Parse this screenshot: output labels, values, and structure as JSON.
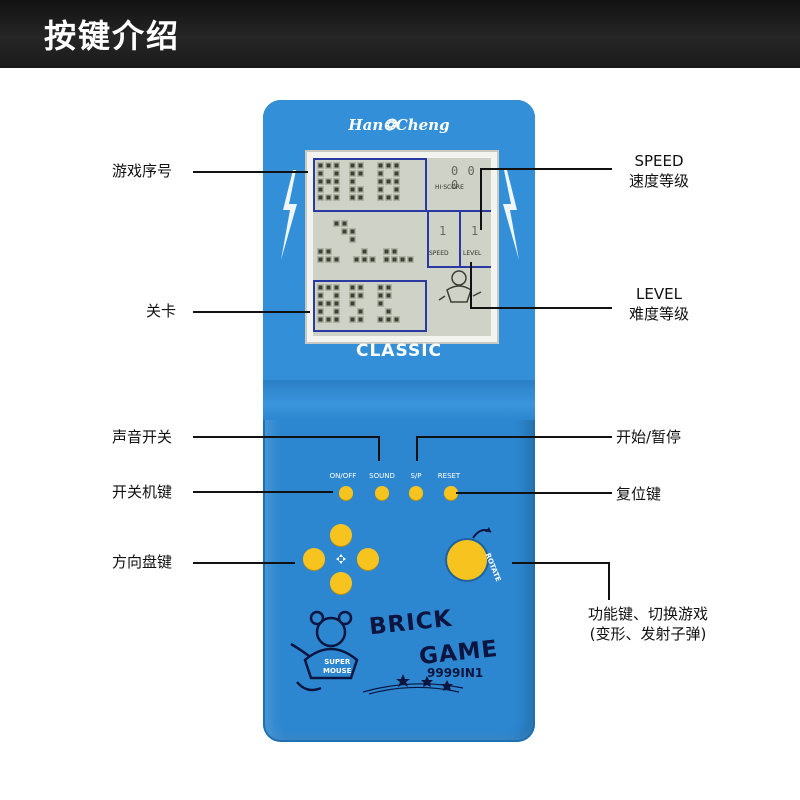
{
  "header": {
    "title": "按键介绍"
  },
  "device": {
    "brand": "Han❂Cheng",
    "classic_label": "CLASSIC",
    "buttons": [
      {
        "label": "ON/OFF"
      },
      {
        "label": "SOUND"
      },
      {
        "label": "S/P"
      },
      {
        "label": "RESET"
      }
    ],
    "rotate_label": "ROTATE",
    "logo_line1": "BRICK",
    "logo_line2": "GAME",
    "model": "9999IN1",
    "mascot_line1": "SUPER",
    "mascot_line2": "MOUSE",
    "lcd": {
      "top_digits": "0 0 0",
      "score_label": "HI·SCORE",
      "speed_label": "SPEED",
      "level_label": "LEVEL",
      "speed_digit": "1",
      "level_digit": "1"
    }
  },
  "callouts": {
    "left": [
      {
        "text": "游戏序号"
      },
      {
        "text": "关卡"
      },
      {
        "text": "声音开关"
      },
      {
        "text": "开关机键"
      },
      {
        "text": "方向盘键"
      }
    ],
    "right": [
      {
        "line1": "SPEED",
        "line2": "速度等级"
      },
      {
        "line1": "LEVEL",
        "line2": "难度等级"
      },
      {
        "text": "开始/暂停"
      },
      {
        "text": "复位键"
      },
      {
        "line1": "功能键、切换游戏",
        "line2": "(变形、发射子弹)"
      }
    ]
  },
  "colors": {
    "device_blue": "#2d87d0",
    "button_yellow": "#f7c31e",
    "lcd_background": "#cfd2c6",
    "lcd_highlight": "#2b3aa0"
  }
}
